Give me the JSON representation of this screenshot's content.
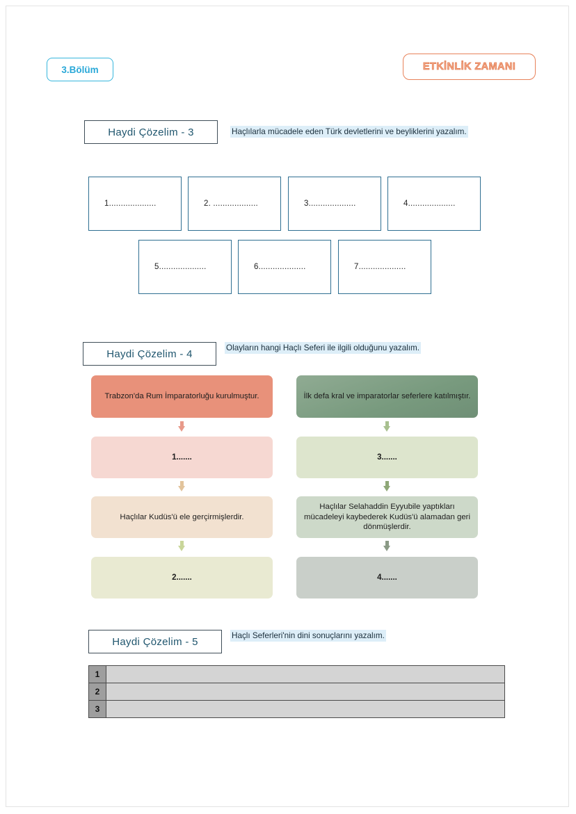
{
  "header": {
    "chapter_label": "3.Bölüm",
    "activity_label": "ETKİNLİK ZAMANI",
    "chapter_color": "#29a8d8",
    "activity_color": "#e8825a"
  },
  "section3": {
    "label": "Haydi Çözelim - 3",
    "instruction": "Haçlılarla mücadele eden Türk devletlerini ve beyliklerini yazalım.",
    "row1": [
      {
        "text": "1...................."
      },
      {
        "text": "2. ..................."
      },
      {
        "text": "3...................."
      },
      {
        "text": "4...................."
      }
    ],
    "row2": [
      {
        "text": "5...................."
      },
      {
        "text": "6...................."
      },
      {
        "text": "7...................."
      }
    ]
  },
  "section4": {
    "label": "Haydi Çözelim - 4",
    "instruction": "Olayların hangi Haçlı Seferi ile ilgili olduğunu yazalım.",
    "left_column": [
      {
        "text": "Trabzon'da Rum İmparatorluğu kurulmuştur.",
        "fill": "#e8917a",
        "answer": false
      },
      {
        "text": "1.......",
        "fill": "#f6d8d2",
        "answer": true
      },
      {
        "text": "Haçlılar Kudüs'ü ele gerçirmişlerdir.",
        "fill": "#f2e1d0",
        "answer": false
      },
      {
        "text": "2.......",
        "fill": "#e9ead2",
        "answer": true
      }
    ],
    "left_arrows": [
      "#e89a8a",
      "#e2c49c",
      "#c9d69a"
    ],
    "right_column": [
      {
        "text": "İlk defa kral ve imparatorlar seferlere katılmıştır.",
        "fill": "#7d9e83",
        "answer": false
      },
      {
        "text": "3.......",
        "fill": "#dde5cd",
        "answer": true
      },
      {
        "text": "Haçlılar Selahaddin Eyyubile yaptıkları mücadeleyi kaybederek Kudüs'ü alamadan geri dönmüşlerdir.",
        "fill": "#cdd9c9",
        "answer": false
      },
      {
        "text": "4.......",
        "fill": "#c9cfc9",
        "answer": true
      }
    ],
    "right_arrows": [
      "#a8c08f",
      "#8fa878",
      "#8a9a86"
    ]
  },
  "section5": {
    "label": "Haydi Çözelim - 5",
    "instruction": "Haçlı Seferleri'nin dini sonuçlarını yazalım.",
    "rows": [
      {
        "num": "1",
        "value": ""
      },
      {
        "num": "2",
        "value": ""
      },
      {
        "num": "3",
        "value": ""
      }
    ]
  }
}
